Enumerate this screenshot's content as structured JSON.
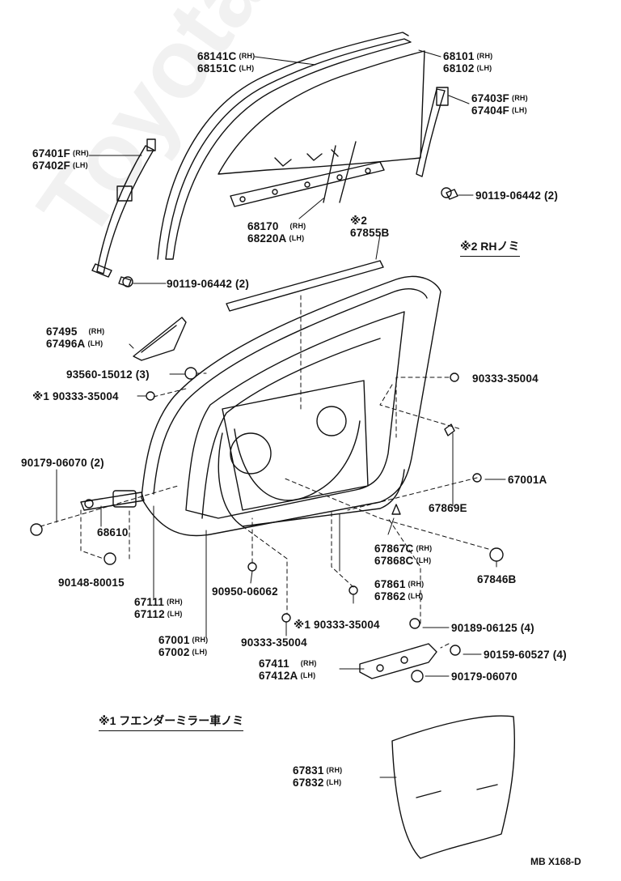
{
  "watermark": "Toyota-Mine.ru",
  "diagram_code": "MB X168-D",
  "notes": {
    "note1": "※1 フエンダーミラー車ノミ",
    "note2": "※2 RHノミ",
    "mark2": "※2"
  },
  "parts": {
    "p68141C": {
      "a": "68141C",
      "a_side": "(RH)",
      "b": "68151C",
      "b_side": "(LH)"
    },
    "p68101": {
      "a": "68101",
      "a_side": "(RH)",
      "b": "68102",
      "b_side": "(LH)"
    },
    "p67403F": {
      "a": "67403F",
      "a_side": "(RH)",
      "b": "67404F",
      "b_side": "(LH)"
    },
    "p67401F": {
      "a": "67401F",
      "a_side": "(RH)",
      "b": "67402F",
      "b_side": "(LH)"
    },
    "p90119a": {
      "a": "90119-06442 (2)"
    },
    "p90119b": {
      "a": "90119-06442 (2)"
    },
    "p68170": {
      "a": "68170",
      "a_side": "(RH)",
      "b": "68220A",
      "b_side": "(LH)"
    },
    "p67855B": {
      "a": "67855B"
    },
    "p67495": {
      "a": "67495",
      "a_side": "(RH)",
      "b": "67496A",
      "b_side": "(LH)"
    },
    "p93560": {
      "a": "93560-15012 (3)"
    },
    "p90333a": {
      "a": "※1 90333-35004"
    },
    "p90333b": {
      "a": "90333-35004"
    },
    "p90179a": {
      "a": "90179-06070 (2)"
    },
    "p67001A": {
      "a": "67001A"
    },
    "p68610": {
      "a": "68610"
    },
    "p67869E": {
      "a": "67869E"
    },
    "p67867C": {
      "a": "67867C",
      "a_side": "(RH)",
      "b": "67868C",
      "b_side": "(LH)"
    },
    "p90148": {
      "a": "90148-80015"
    },
    "p67846B": {
      "a": "67846B"
    },
    "p90950": {
      "a": "90950-06062"
    },
    "p67861": {
      "a": "67861",
      "a_side": "(RH)",
      "b": "67862",
      "b_side": "(LH)"
    },
    "p67111": {
      "a": "67111",
      "a_side": "(RH)",
      "b": "67112",
      "b_side": "(LH)"
    },
    "p90333c": {
      "a": "※1 90333-35004"
    },
    "p90189": {
      "a": "90189-06125 (4)"
    },
    "p67001": {
      "a": "67001",
      "a_side": "(RH)",
      "b": "67002",
      "b_side": "(LH)"
    },
    "p90333d": {
      "a": "90333-35004"
    },
    "p90159": {
      "a": "90159-60527 (4)"
    },
    "p67411": {
      "a": "67411",
      "a_side": "(RH)",
      "b": "67412A",
      "b_side": "(LH)"
    },
    "p90179b": {
      "a": "90179-06070"
    },
    "p67831": {
      "a": "67831",
      "a_side": "(RH)",
      "b": "67832",
      "b_side": "(LH)"
    }
  }
}
